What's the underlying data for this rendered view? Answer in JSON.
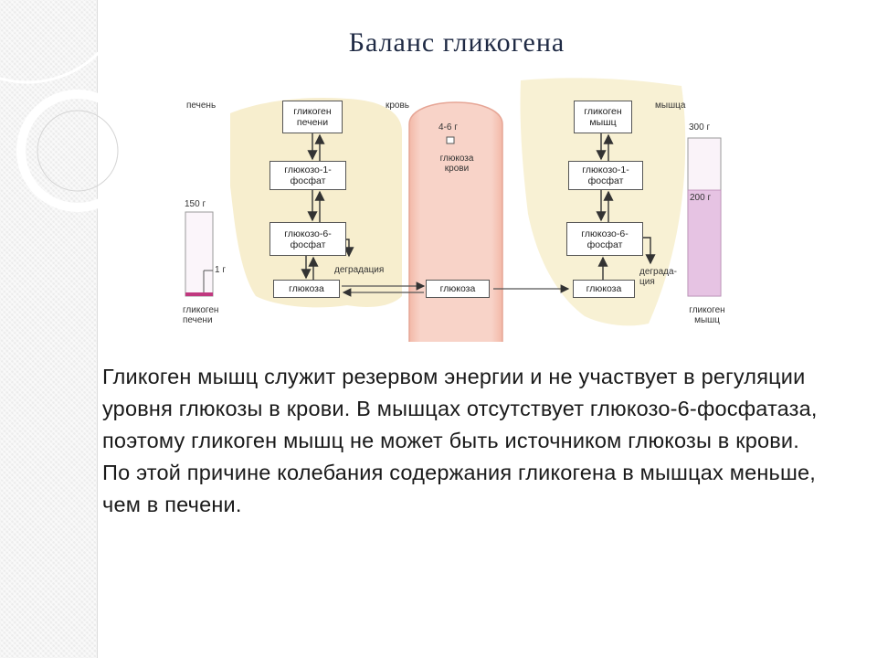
{
  "title": "Баланс гликогена",
  "diagram": {
    "liver_label": "печень",
    "blood_label": "кровь",
    "muscle_label": "мышца",
    "liver": {
      "glycogen": "гликоген печени",
      "g1p": "глюкозо-1-фосфат",
      "g6p": "глюкозо-6-фосфат",
      "glucose": "глюкоза",
      "degradation": "деградация"
    },
    "blood": {
      "amount": "4-6 г",
      "label": "глюкоза крови",
      "glucose": "глюкоза"
    },
    "muscle": {
      "glycogen": "гликоген мышц",
      "g1p": "глюкозо-1-фосфат",
      "g6p": "глюкозо-6-фосфат",
      "glucose": "глюкоза",
      "degradation": "деграда-ция"
    },
    "liver_bar": {
      "top_value": "150 г",
      "min_value": "1 г",
      "caption": "гликоген печени",
      "color": "#c0387f"
    },
    "muscle_bar": {
      "top_value": "300 г",
      "level_value": "200 г",
      "caption": "гликоген мышц",
      "color": "#e6c3e3"
    }
  },
  "body_text": "Гликоген мышц служит резервом энергии и не участвует в регуляции уровня глюкозы в крови. В мышцах отсутствует глюкозо-6-фосфатаза, поэтому гликоген мышц не может быть источником глюкозы в крови. По этой причине колебания содержания гликогена в мышцах меньше, чем в печени."
}
